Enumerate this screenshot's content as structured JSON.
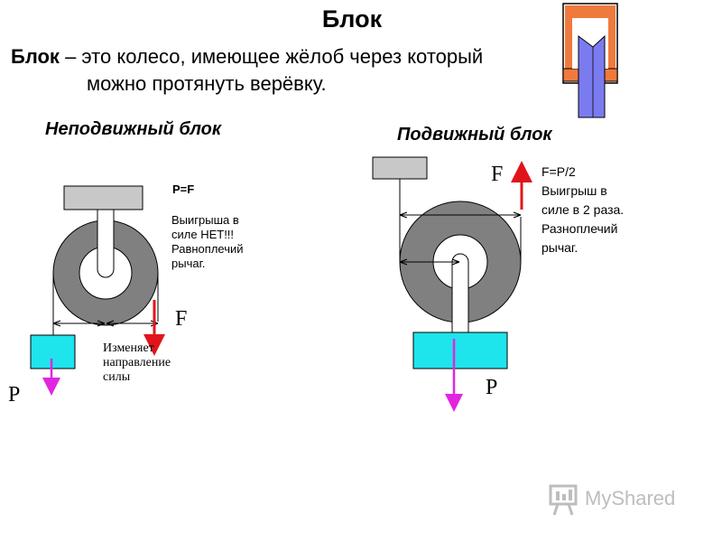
{
  "title": "Блок",
  "definition": {
    "term": "Блок",
    "text_line1": " – это колесо, имеющее жёлоб через который",
    "text_line2": "можно протянуть верёвку."
  },
  "fixed_block": {
    "heading": "Неподвижный блок",
    "formula": "P=F",
    "note": "Выигрыша в\nсиле НЕТ!!!\nРавноплечий\nрычаг.",
    "direction_note": "Изменяет\nнаправление\nсилы",
    "force_label": "F",
    "weight_label": "P"
  },
  "movable_block": {
    "heading": "Подвижный блок",
    "note": "F=P/2\nВыигрыш в\nсиле в 2 раза.\nРазноплечий\nрычаг.",
    "force_label": "F",
    "weight_label": "P"
  },
  "colors": {
    "wheel": "#808080",
    "support": "#c8c8c8",
    "load": "#1ee4ec",
    "force_arrow": "#e0151b",
    "weight_arrow": "#e225e0",
    "frame": "#f07a3c",
    "groove_wheel": "#7b7bf0"
  },
  "watermark": {
    "text": "MyShared",
    "icon": "presentation-board-icon"
  }
}
